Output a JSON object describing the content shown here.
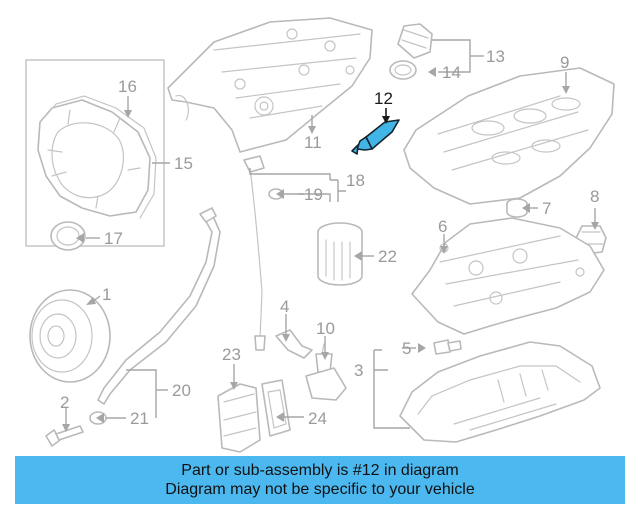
{
  "callouts": {
    "c1": "1",
    "c2": "2",
    "c3": "3",
    "c4": "4",
    "c5": "5",
    "c6": "6",
    "c7": "7",
    "c8": "8",
    "c9": "9",
    "c10": "10",
    "c11": "11",
    "c12": "12",
    "c13": "13",
    "c14": "14",
    "c15": "15",
    "c16": "16",
    "c17": "17",
    "c18": "18",
    "c19": "19",
    "c20": "20",
    "c21": "21",
    "c22": "22",
    "c23": "23",
    "c24": "24"
  },
  "highlighted_part": "12",
  "banner": {
    "line1": "Part or sub-assembly is #12 in diagram",
    "line2": "Diagram may not be specific to your vehicle"
  },
  "colors": {
    "banner_bg": "#4cb8f0",
    "highlight": "#41b6e6",
    "part_outline": "#b9b9b9",
    "callout_text": "#9a9a9a"
  }
}
